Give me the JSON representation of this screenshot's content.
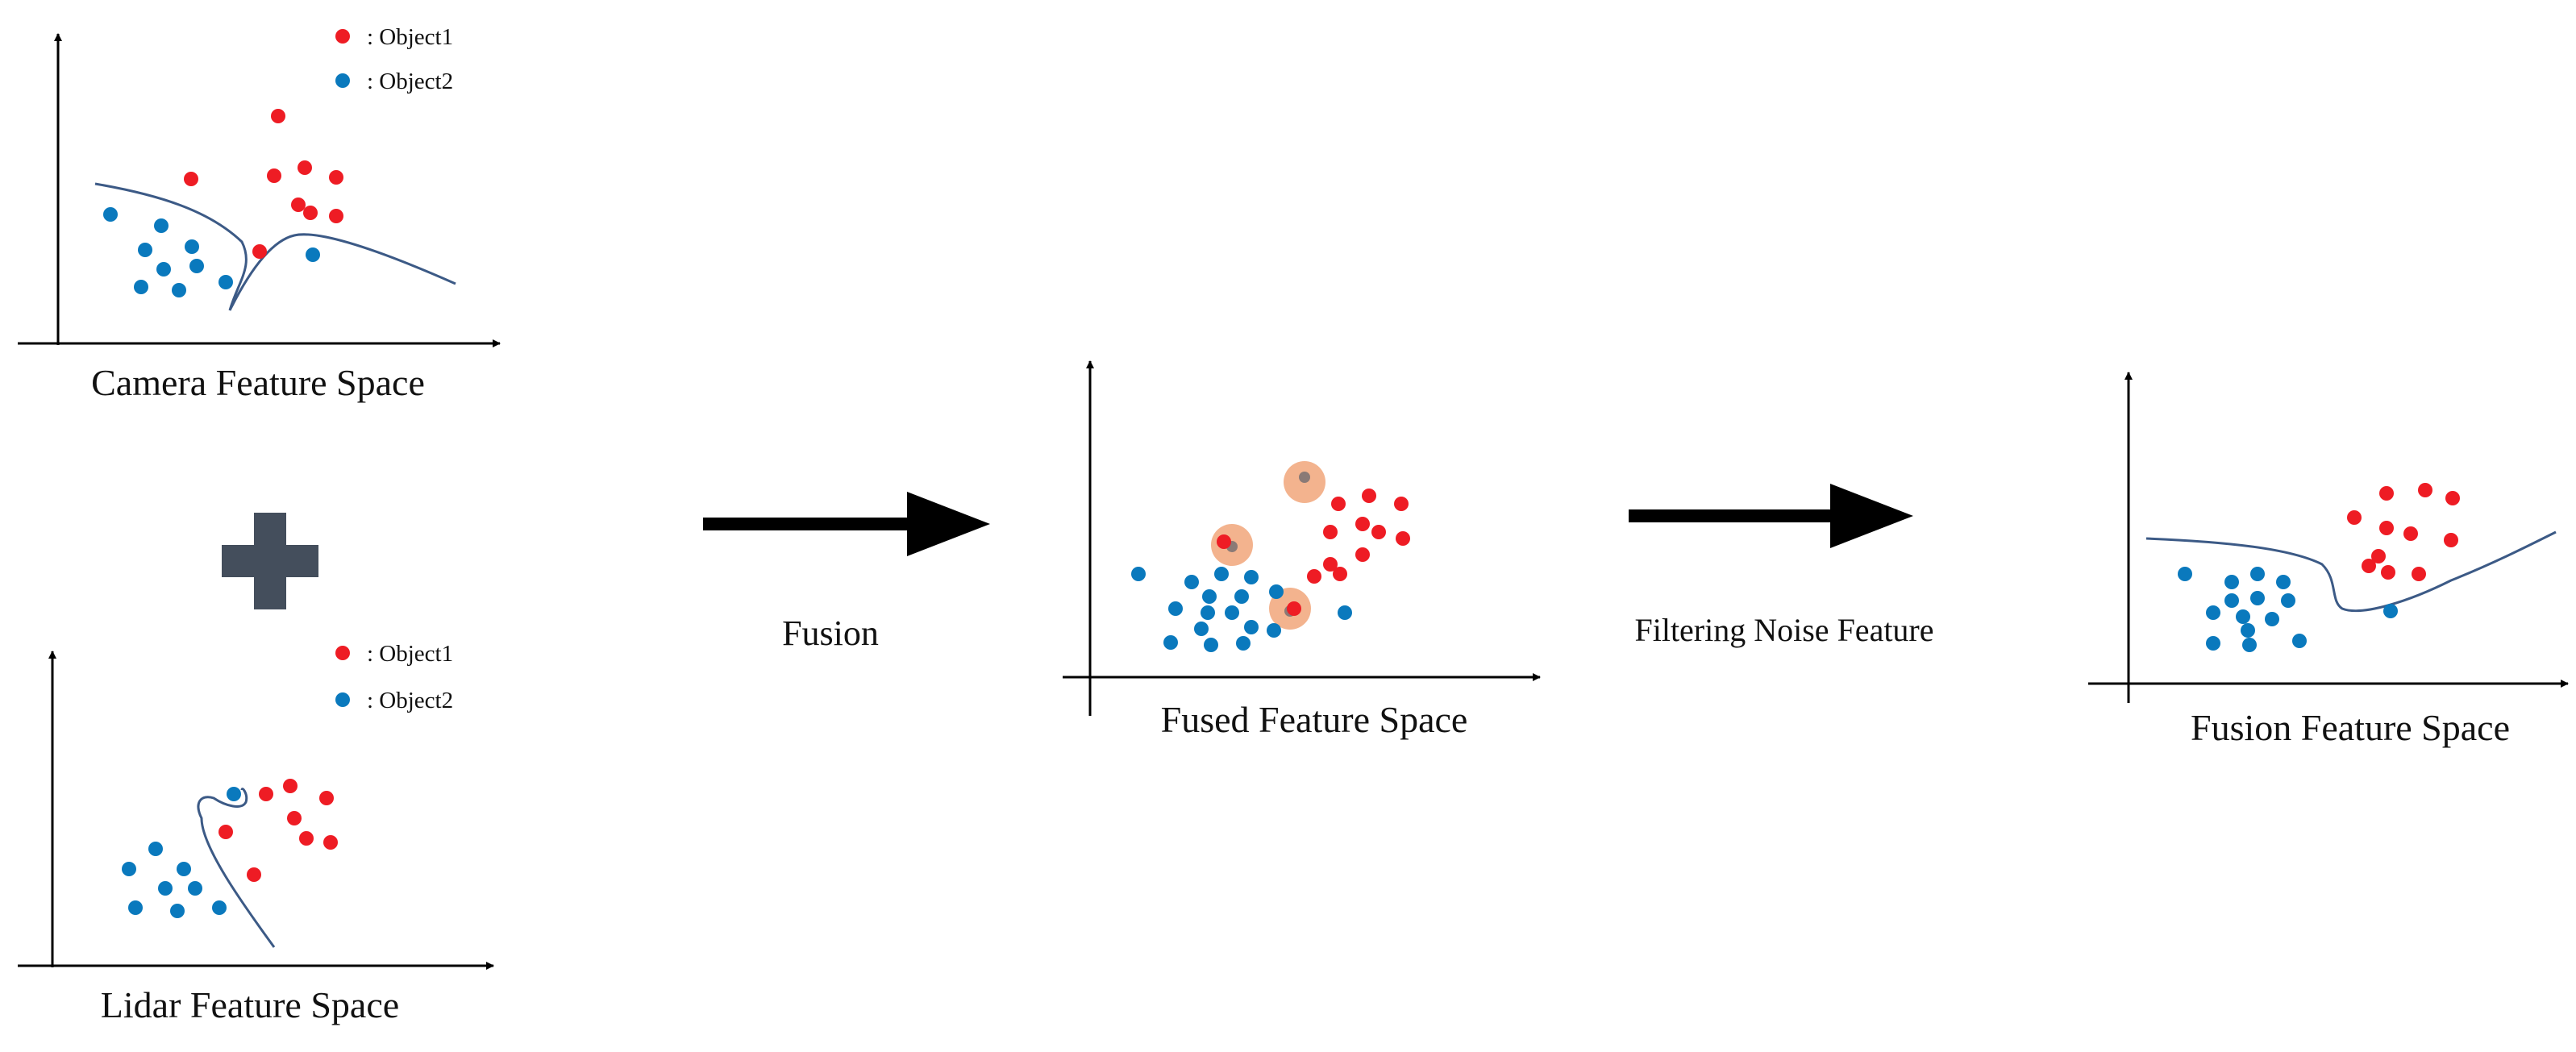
{
  "colors": {
    "object1": "#ee1c24",
    "object2": "#0a79bd",
    "boundary": "#3c5a86",
    "plus": "#444e5c",
    "highlight": "#f3b38e",
    "noise_core": "#8a7a76",
    "arrow": "#000000"
  },
  "legend": {
    "object1": ": Object1",
    "object2": ": Object2"
  },
  "panels": {
    "camera": {
      "caption": "Camera Feature Space"
    },
    "lidar": {
      "caption": "Lidar Feature Space"
    },
    "fused": {
      "caption": "Fused Feature Space"
    },
    "fusion": {
      "caption": "Fusion Feature Space"
    }
  },
  "operator": {
    "icon": "plus-icon"
  },
  "steps": {
    "fusion_label": "Fusion",
    "filter_label": "Filtering Noise Feature"
  }
}
